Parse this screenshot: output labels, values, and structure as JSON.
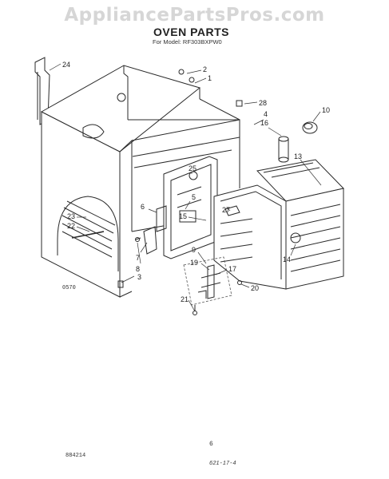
{
  "watermark": "AppliancePartsPros.com",
  "title": "OVEN PARTS",
  "subtitle": "For Model: RF303BXPW0",
  "figure_code": "0570",
  "doc_number": "884214",
  "page_number": "6",
  "date_code": "621-17-4",
  "callouts": {
    "c24": "24",
    "c2": "2",
    "c1": "1",
    "c28": "28",
    "c10": "10",
    "c4": "4",
    "c16": "16",
    "c13": "13",
    "c25": "25",
    "c6": "6",
    "c5": "5",
    "c15": "15",
    "c27": "27",
    "c23": "23",
    "c22": "22",
    "c9": "9",
    "c7": "7",
    "c8": "8",
    "c19": "19",
    "c17": "17",
    "c14": "14",
    "c3": "3",
    "c20": "20",
    "c21": "21"
  }
}
